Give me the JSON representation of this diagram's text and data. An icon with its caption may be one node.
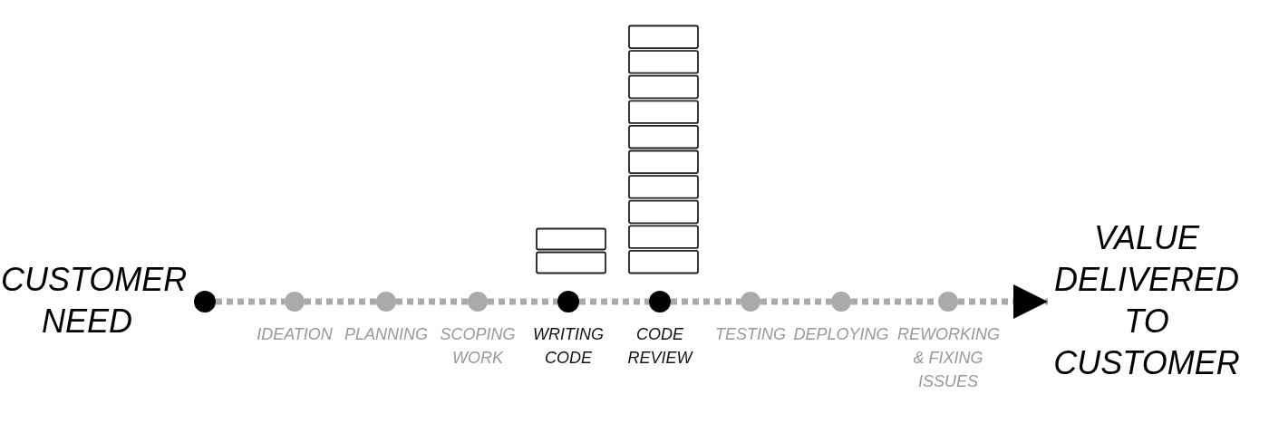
{
  "diagram": {
    "nodes": [
      {
        "text": [],
        "shape": "circle",
        "beside": [
          "CUSTOMER NEED"
        ]
      },
      {
        "text": [],
        "shape": "circle",
        "beside": [
          "IDEATION"
        ]
      },
      {
        "text": [],
        "shape": "circle",
        "beside": [
          "PLANNING"
        ]
      },
      {
        "text": [],
        "shape": "circle",
        "beside": [
          "SCOPING WORK"
        ]
      },
      {
        "text": [],
        "shape": "circle",
        "beside": [
          "WRITING CODE"
        ]
      },
      {
        "text": [],
        "shape": "circle",
        "beside": [
          "CODE REVIEW"
        ]
      },
      {
        "text": [],
        "shape": "circle",
        "beside": [
          "TESTING"
        ]
      },
      {
        "text": [],
        "shape": "circle",
        "beside": [
          "DEPLOYING"
        ]
      },
      {
        "text": [],
        "shape": "circle",
        "beside": [
          "REWORKING & FIXING ISSUES"
        ]
      },
      {
        "text": [
          "VALUE DELIVERED TO CUSTOMER"
        ]
      }
    ],
    "edges": [
      {
        "from": 0,
        "to": 1,
        "arrow": "none"
      },
      {
        "from": 1,
        "to": 2,
        "arrow": "none"
      },
      {
        "from": 2,
        "to": 3,
        "arrow": "none"
      },
      {
        "from": 3,
        "to": 4,
        "arrow": "none"
      },
      {
        "from": 4,
        "to": 5,
        "arrow": "none"
      },
      {
        "from": 5,
        "to": 6,
        "arrow": "none"
      },
      {
        "from": 6,
        "to": 7,
        "arrow": "none"
      },
      {
        "from": 7,
        "to": 8,
        "arrow": "none"
      },
      {
        "from": 8,
        "to": 9,
        "arrow": "to"
      }
    ]
  }
}
